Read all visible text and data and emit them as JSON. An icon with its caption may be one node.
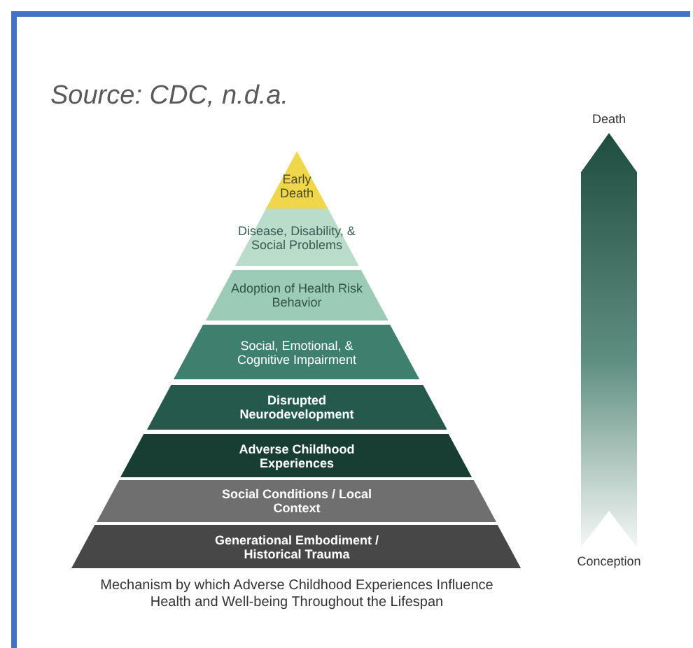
{
  "diagram": {
    "caption": "Mechanism by which Adverse Childhood Experiences Influence Health and Well-being Throughout the Lifespan",
    "nodes": [
      {
        "text": [
          "Early Death"
        ]
      },
      {
        "text": [
          "Disease, Disability, & Social Problems"
        ]
      },
      {
        "text": [
          "Adoption of Health Risk Behavior"
        ]
      },
      {
        "text": [
          "Social, Emotional, & Cognitive Impairment"
        ]
      },
      {
        "text": [
          "Disrupted Neurodevelopment"
        ]
      },
      {
        "text": [
          "Adverse Childhood Experiences"
        ]
      },
      {
        "text": [
          "Social Conditions / Local Context"
        ]
      },
      {
        "text": [
          "Generational Embodiment / Historical Trauma"
        ]
      }
    ],
    "labels": [
      "Source: CDC, n.d.a.",
      "Death",
      "Conception"
    ]
  }
}
